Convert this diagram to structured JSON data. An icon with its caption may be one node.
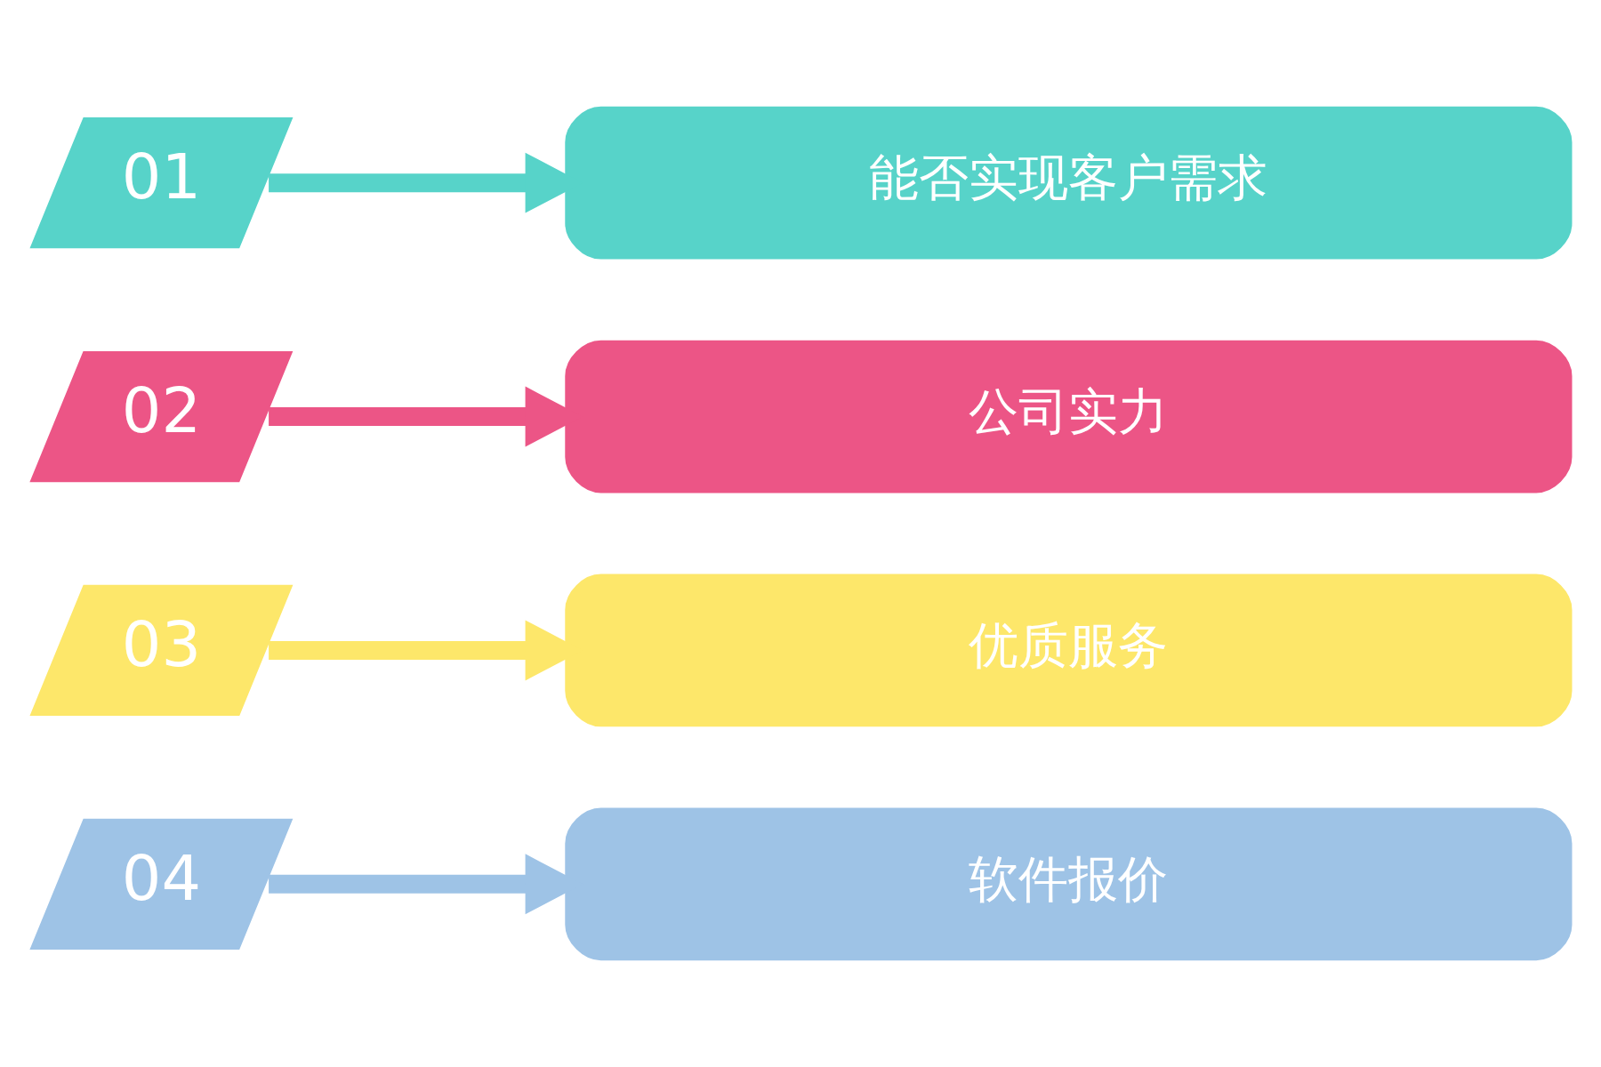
{
  "diagram": {
    "nodes": [
      {
        "text": [
          "01"
        ]
      },
      {
        "text": [
          "能否实现客户需求"
        ]
      },
      {
        "text": [
          "02"
        ]
      },
      {
        "text": [
          "公司实力"
        ]
      },
      {
        "text": [
          "03"
        ]
      },
      {
        "text": [
          "优质服务"
        ]
      },
      {
        "text": [
          "04"
        ]
      },
      {
        "text": [
          "软件报价"
        ]
      }
    ],
    "edges": [
      {
        "from": 0,
        "to": 1,
        "arrow": "to",
        "color": "#57d3c9"
      },
      {
        "from": 2,
        "to": 3,
        "arrow": "to",
        "color": "#ec5586"
      },
      {
        "from": 4,
        "to": 5,
        "arrow": "to",
        "color": "#fde76a"
      },
      {
        "from": 6,
        "to": 7,
        "arrow": "to",
        "color": "#9ec3e6"
      }
    ]
  }
}
